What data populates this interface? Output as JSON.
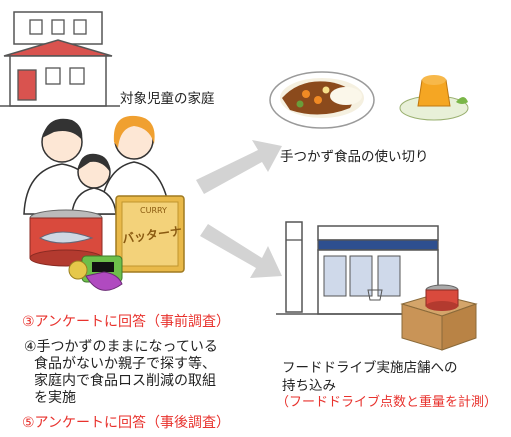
{
  "home": {
    "label": "対象児童の家庭",
    "product_label": "バッターナ",
    "product_sublabel": "CURRY"
  },
  "outcome_top": {
    "label": "手つかず食品の使い切り"
  },
  "outcome_bottom": {
    "line1": "フードドライブ実施店舗への",
    "line2": "持ち込み",
    "line3": "（フードドライブ点数と重量を計測）"
  },
  "steps": {
    "step3": "③アンケートに回答（事前調査）",
    "step4_line1": "④手つかずのままになっている",
    "step4_line2": "食品がないか親子で探す等、",
    "step4_line3": "家庭内で食品ロス削減の取組",
    "step4_line4": "を実施",
    "step5": "⑤アンケートに回答（事後調査）"
  },
  "colors": {
    "accent_red": "#e8322d",
    "arrow_gray": "#d3d3d3",
    "house_red": "#d9534f",
    "store_blue": "#2e4f8f"
  }
}
